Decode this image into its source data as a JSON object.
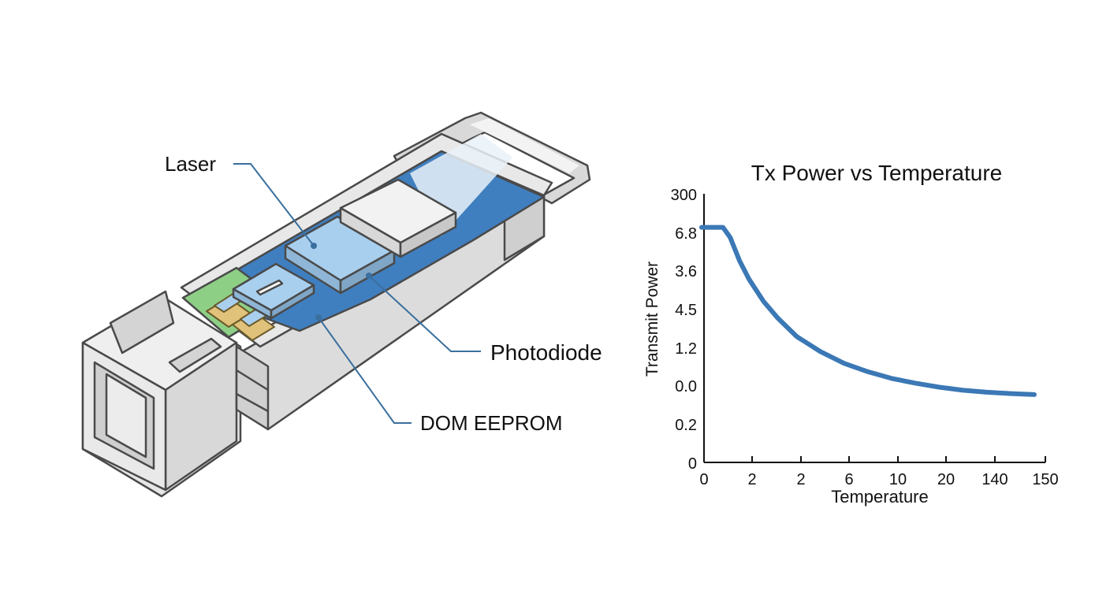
{
  "diagram": {
    "callouts": {
      "laser": "Laser",
      "photodiode": "Photodiode",
      "dom_eeprom": "DOM EEPROM"
    }
  },
  "colors": {
    "module_body": "#e4e4e4",
    "module_edge": "#4a4a4a",
    "pcb_blue": "#3f7fc0",
    "component_light_blue": "#a9cfee",
    "pcb_green": "#8ecf86",
    "line_color": "#3b78b5",
    "leader_color": "#3a6f9e"
  },
  "chart_data": {
    "type": "line",
    "title": "Tx Power vs Temperature",
    "xlabel": "Temperature",
    "ylabel": "Transmit Power",
    "x_tick_labels": [
      "0",
      "2",
      "2",
      "6",
      "10",
      "20",
      "140",
      "150"
    ],
    "y_tick_labels": [
      "300",
      "6.8",
      "3.6",
      "4.5",
      "1.2",
      "0.0",
      "0.2",
      "0"
    ],
    "grid": false,
    "series": [
      {
        "x": [
          0,
          0.25,
          0.45,
          0.6,
          0.8,
          1.0,
          1.3,
          1.6,
          2.0,
          2.5,
          3.0,
          3.5,
          4.0,
          4.5,
          5.0,
          5.5,
          6.0,
          6.5,
          7.0
        ],
        "y": [
          7.0,
          7.0,
          7.0,
          6.7,
          6.0,
          5.45,
          4.8,
          4.3,
          3.75,
          3.3,
          2.95,
          2.7,
          2.5,
          2.36,
          2.24,
          2.15,
          2.09,
          2.05,
          2.02
        ]
      }
    ]
  }
}
